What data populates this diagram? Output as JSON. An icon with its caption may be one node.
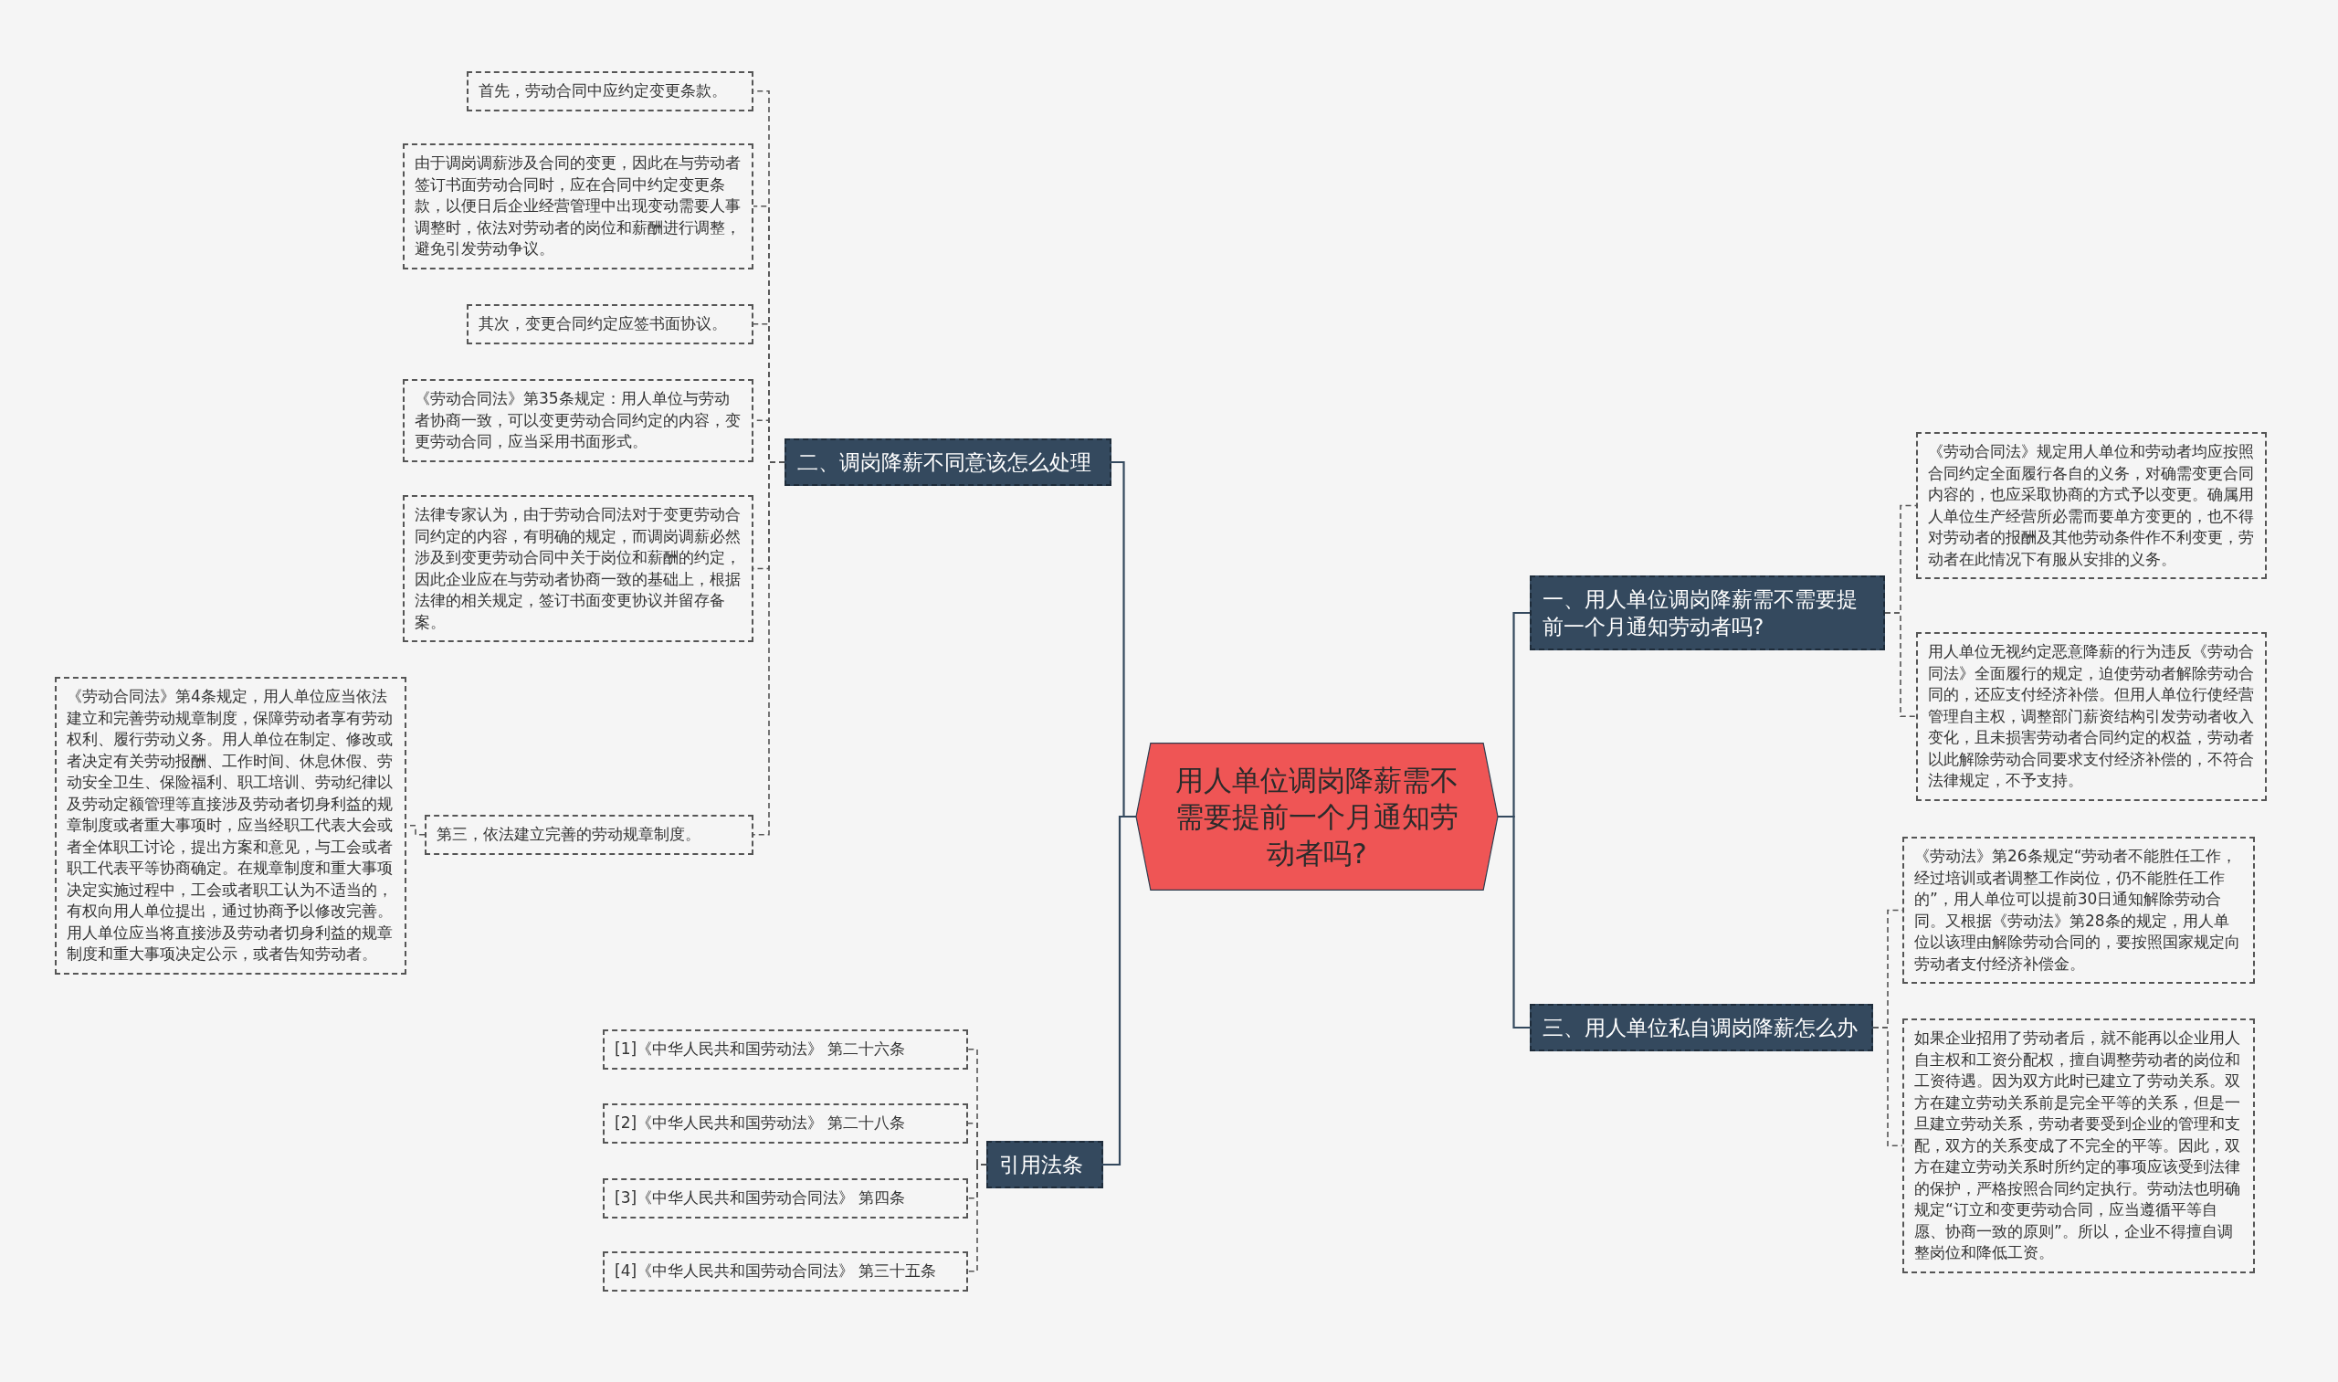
{
  "diagram": {
    "nodes": [
      {
        "text": [
          "用人单位调岗降薪需不需要提前一个月通知劳动者吗?"
        ]
      },
      {
        "text": [
          "二、调岗降薪不同意该怎么处理"
        ]
      },
      {
        "text": [
          "首先，劳动合同中应约定变更条款。"
        ]
      },
      {
        "text": [
          "由于调岗调薪涉及合同的变更，因此在与劳动者签订书面劳动合同时，应在合同中约定变更条款，以便日后企业经营管理中出现变动需要人事调整时，依法对劳动者的岗位和薪酬进行调整，避免引发劳动争议。"
        ]
      },
      {
        "text": [
          "其次，变更合同约定应签书面协议。"
        ]
      },
      {
        "text": [
          "《劳动合同法》第35条规定：用人单位与劳动者协商一致，可以变更劳动合同约定的内容，变更劳动合同，应当采用书面形式。"
        ]
      },
      {
        "text": [
          "法律专家认为，由于劳动合同法对于变更劳动合同约定的内容，有明确的规定，而调岗调薪必然涉及到变更劳动合同中关于岗位和薪酬的约定，因此企业应在与劳动者协商一致的基础上，根据法律的相关规定，签订书面变更协议并留存备案。"
        ]
      },
      {
        "text": [
          "第三，依法建立完善的劳动规章制度。"
        ]
      },
      {
        "text": [
          "《劳动合同法》第4条规定，用人单位应当依法建立和完善劳动规章制度，保障劳动者享有劳动权利、履行劳动义务。用人单位在制定、修改或者决定有关劳动报酬、工作时间、休息休假、劳动安全卫生、保险福利、职工培训、劳动纪律以及劳动定额管理等直接涉及劳动者切身利益的规章制度或者重大事项时，应当经职工代表大会或者全体职工讨论，提出方案和意见，与工会或者职工代表平等协商确定。在规章制度和重大事项决定实施过程中，工会或者职工认为不适当的，有权向用人单位提出，通过协商予以修改完善。用人单位应当将直接涉及劳动者切身利益的规章制度和重大事项决定公示，或者告知劳动者。"
        ]
      },
      {
        "text": [
          "引用法条"
        ]
      },
      {
        "text": [
          "[1]《中华人民共和国劳动法》 第二十六条"
        ]
      },
      {
        "text": [
          "[2]《中华人民共和国劳动法》 第二十八条"
        ]
      },
      {
        "text": [
          "[3]《中华人民共和国劳动合同法》 第四条"
        ]
      },
      {
        "text": [
          "[4]《中华人民共和国劳动合同法》 第三十五条"
        ]
      },
      {
        "text": [
          "一、用人单位调岗降薪需不需要提前一个月通知劳动者吗?"
        ]
      },
      {
        "text": [
          "《劳动合同法》规定用人单位和劳动者均应按照合同约定全面履行各自的义务，对确需变更合同内容的，也应采取协商的方式予以变更。确属用人单位生产经营所必需而要单方变更的，也不得对劳动者的报酬及其他劳动条件作不利变更，劳动者在此情况下有服从安排的义务。"
        ]
      },
      {
        "text": [
          "用人单位无视约定恶意降薪的行为违反《劳动合同法》全面履行的规定，迫使劳动者解除劳动合同的，还应支付经济补偿。但用人单位行使经营管理自主权，调整部门薪资结构引发劳动者收入变化，且未损害劳动者合同约定的权益，劳动者以此解除劳动合同要求支付经济补偿的，不符合法律规定，不予支持。"
        ]
      },
      {
        "text": [
          "三、用人单位私自调岗降薪怎么办"
        ]
      },
      {
        "text": [
          "《劳动法》第26条规定“劳动者不能胜任工作，经过培训或者调整工作岗位，仍不能胜任工作的”，用人单位可以提前30日通知解除劳动合同。又根据《劳动法》第28条的规定，用人单位以该理由解除劳动合同的，要按照国家规定向劳动者支付经济补偿金。"
        ]
      },
      {
        "text": [
          "如果企业招用了劳动者后，就不能再以企业用人自主权和工资分配权，擅自调整劳动者的岗位和工资待遇。因为双方此时已建立了劳动关系。双方在建立劳动关系前是完全平等的关系，但是一旦建立劳动关系，劳动者要受到企业的管理和支配，双方的关系变成了不完全的平等。因此，双方在建立劳动关系时所约定的事项应该受到法律的保护，严格按照合同约定执行。劳动法也明确规定“订立和变更劳动合同，应当遵循平等自愿、协商一致的原则”。所以，企业不得擅自调整岗位和降低工资。"
        ]
      }
    ],
    "edges": [
      {
        "from": 0,
        "to": 1,
        "arrow": "none"
      },
      {
        "from": 1,
        "to": 2,
        "arrow": "none",
        "style": "dashed"
      },
      {
        "from": 1,
        "to": 3,
        "arrow": "none",
        "style": "dashed"
      },
      {
        "from": 1,
        "to": 4,
        "arrow": "none",
        "style": "dashed"
      },
      {
        "from": 1,
        "to": 5,
        "arrow": "none",
        "style": "dashed"
      },
      {
        "from": 1,
        "to": 6,
        "arrow": "none",
        "style": "dashed"
      },
      {
        "from": 1,
        "to": 7,
        "arrow": "none",
        "style": "dashed"
      },
      {
        "from": 7,
        "to": 8,
        "arrow": "none",
        "style": "dashed"
      },
      {
        "from": 0,
        "to": 9,
        "arrow": "none"
      },
      {
        "from": 9,
        "to": 10,
        "arrow": "none",
        "style": "dashed"
      },
      {
        "from": 9,
        "to": 11,
        "arrow": "none",
        "style": "dashed"
      },
      {
        "from": 9,
        "to": 12,
        "arrow": "none",
        "style": "dashed"
      },
      {
        "from": 9,
        "to": 13,
        "arrow": "none",
        "style": "dashed"
      },
      {
        "from": 0,
        "to": 14,
        "arrow": "none"
      },
      {
        "from": 14,
        "to": 15,
        "arrow": "none",
        "style": "dashed"
      },
      {
        "from": 14,
        "to": 16,
        "arrow": "none",
        "style": "dashed"
      },
      {
        "from": 0,
        "to": 17,
        "arrow": "none"
      },
      {
        "from": 17,
        "to": 18,
        "arrow": "none",
        "style": "dashed"
      },
      {
        "from": 17,
        "to": 19,
        "arrow": "none",
        "style": "dashed"
      }
    ]
  }
}
